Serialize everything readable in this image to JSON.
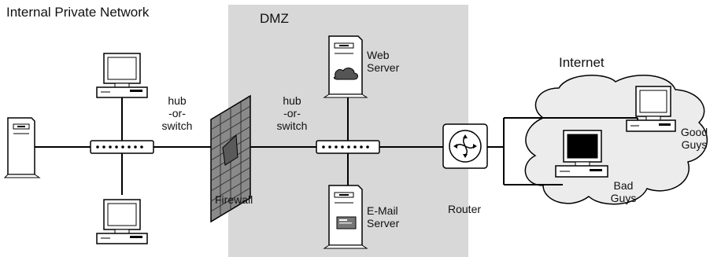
{
  "zones": {
    "internal": "Internal Private Network",
    "dmz": "DMZ",
    "internet": "Internet"
  },
  "labels": {
    "hub_left": [
      "hub",
      "-or-",
      "switch"
    ],
    "hub_dmz": [
      "hub",
      "-or-",
      "switch"
    ],
    "firewall": "Firewall",
    "web_server": [
      "Web",
      "Server"
    ],
    "email_server": [
      "E-Mail",
      "Server"
    ],
    "router": "Router",
    "good_guys": [
      "Good",
      "Guys"
    ],
    "bad_guys": [
      "Bad",
      "Guys"
    ]
  },
  "colors": {
    "dmz_fill": "#d8d8d8",
    "internet_cloud": "#ececec",
    "firewall": "#7a7a7a",
    "device_face": "#ffffff",
    "bad_guy_screen": "#000000"
  }
}
